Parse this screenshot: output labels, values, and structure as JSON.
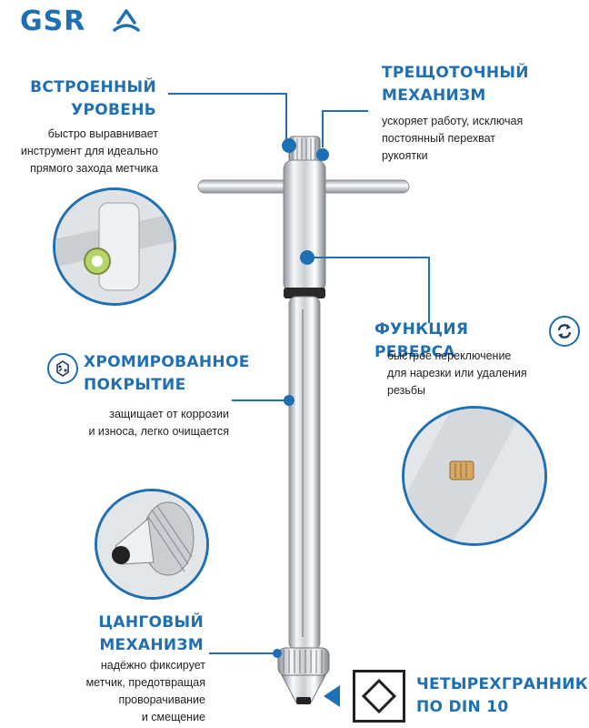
{
  "brand": {
    "logo_text": "GSR",
    "color": "#1f6fb5"
  },
  "features": {
    "level": {
      "title_lines": [
        "ВСТРОЕННЫЙ",
        "УРОВЕНЬ"
      ],
      "desc_lines": [
        "быстро выравнивает",
        "инструмент для идеально",
        "прямого захода метчика"
      ]
    },
    "ratchet": {
      "title_lines": [
        "ТРЕЩОТОЧНЫЙ",
        "МЕХАНИЗМ"
      ],
      "desc_lines": [
        "ускоряет работу, исключая",
        "постоянный перехват",
        "рукоятки"
      ]
    },
    "reverse": {
      "title": "ФУНКЦИЯ РЕВЕРСА",
      "desc_lines": [
        "быстрое переключение",
        "для нарезки или удаления",
        "резьбы"
      ]
    },
    "chrome": {
      "title_lines": [
        "ХРОМИРОВАННОЕ",
        "ПОКРЫТИЕ"
      ],
      "desc_lines": [
        "защищает от коррозии",
        "и износа, легко очищается"
      ]
    },
    "collet": {
      "title_lines": [
        "ЦАНГОВЫЙ",
        "МЕХАНИЗМ"
      ],
      "desc_lines": [
        "надёжно фиксирует",
        "метчик, предотвращая",
        "проворачивание",
        "и смещение"
      ]
    },
    "square": {
      "title_lines": [
        "ЧЕТЫРЕХГРАННИК",
        "ПО DIN 10"
      ]
    }
  }
}
